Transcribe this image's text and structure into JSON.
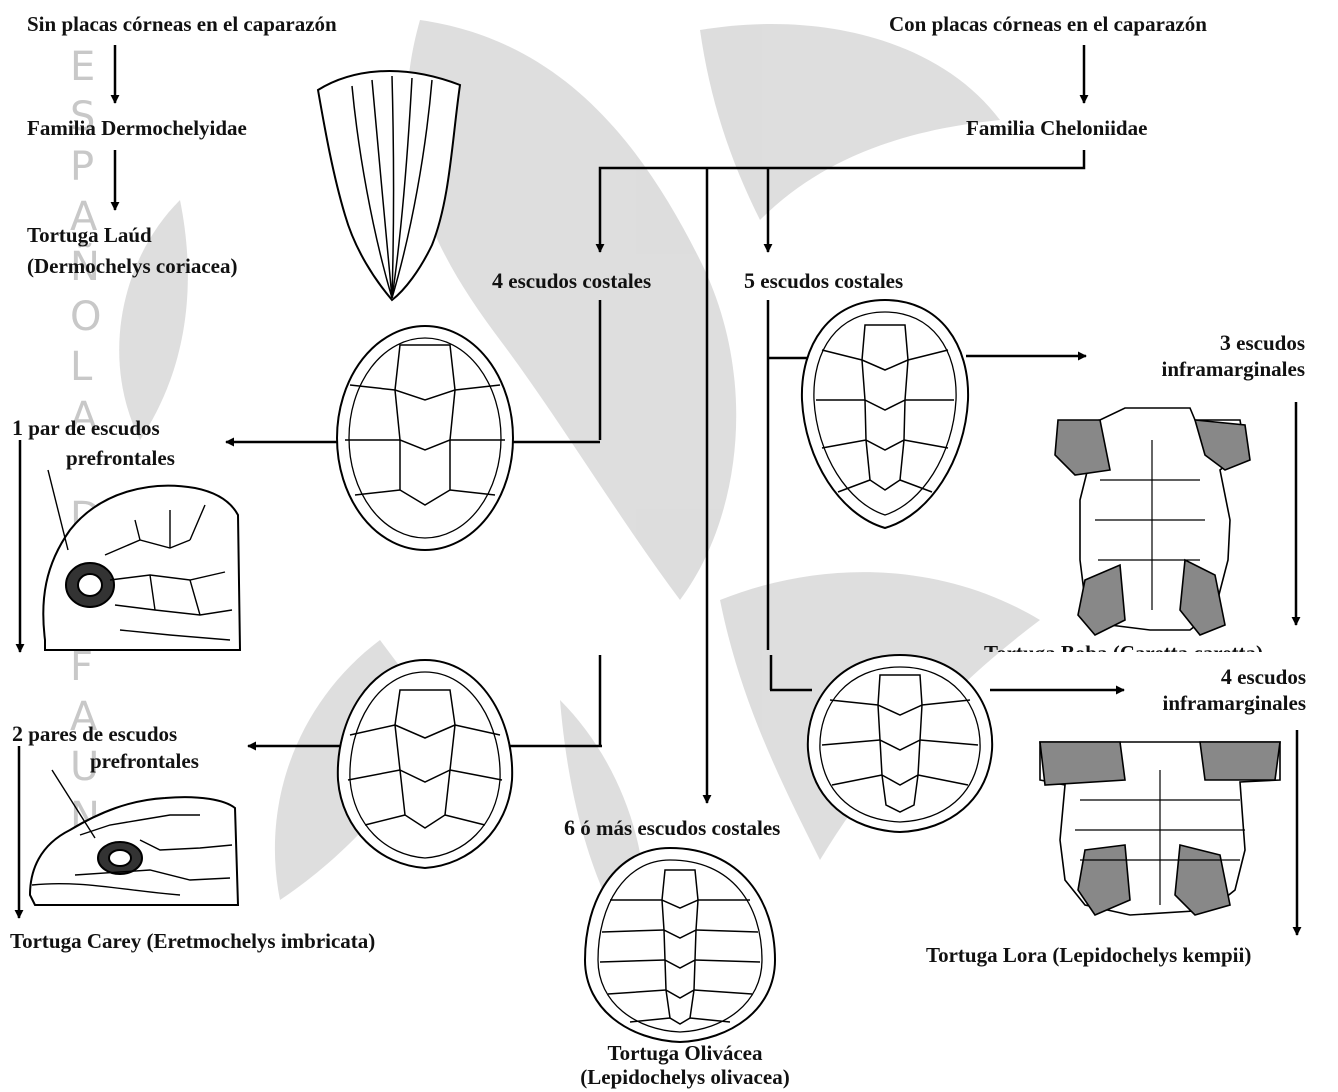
{
  "watermark": {
    "vertical_text": "ESPAÑOLA DE FAUNA",
    "top_text": "..."
  },
  "labels": {
    "no_plates": "Sin placas córneas en el caparazón",
    "with_plates": "Con placas córneas en el caparazón",
    "family_dermo": "Familia Dermochelyidae",
    "family_chelo": "Familia Cheloniidae",
    "laud_name": "Tortuga Laúd",
    "laud_sci": "(Dermochelys coriacea)",
    "four_costal_num": "4",
    "four_costal_text": "escudos costales",
    "five_costal_num": "5",
    "five_costal_text": "escudos costales",
    "six_costal_num": "6",
    "six_costal_text": "ó más escudos costales",
    "one_pair_num": "1",
    "one_pair_line1": "par de escudos",
    "one_pair_line2": "prefrontales",
    "two_pairs_num": "2",
    "two_pairs_line1": "pares de escudos",
    "two_pairs_line2": "prefrontales",
    "three_infra_num": "3",
    "three_infra_line1": "escudos",
    "three_infra_line2": "inframarginales",
    "four_infra_num": "4",
    "four_infra_line1": "escudos",
    "four_infra_line2": "inframarginales",
    "carey": "Tortuga Carey (Eretmochelys imbricata)",
    "lora": "Tortuga Lora (Lepidochelys kempii)",
    "olivacea_name": "Tortuga Olivácea",
    "olivacea_sci": "(Lepidochelys olivacea)",
    "boba_partial": "Tortuga Boba (Caretta caretta)"
  }
}
